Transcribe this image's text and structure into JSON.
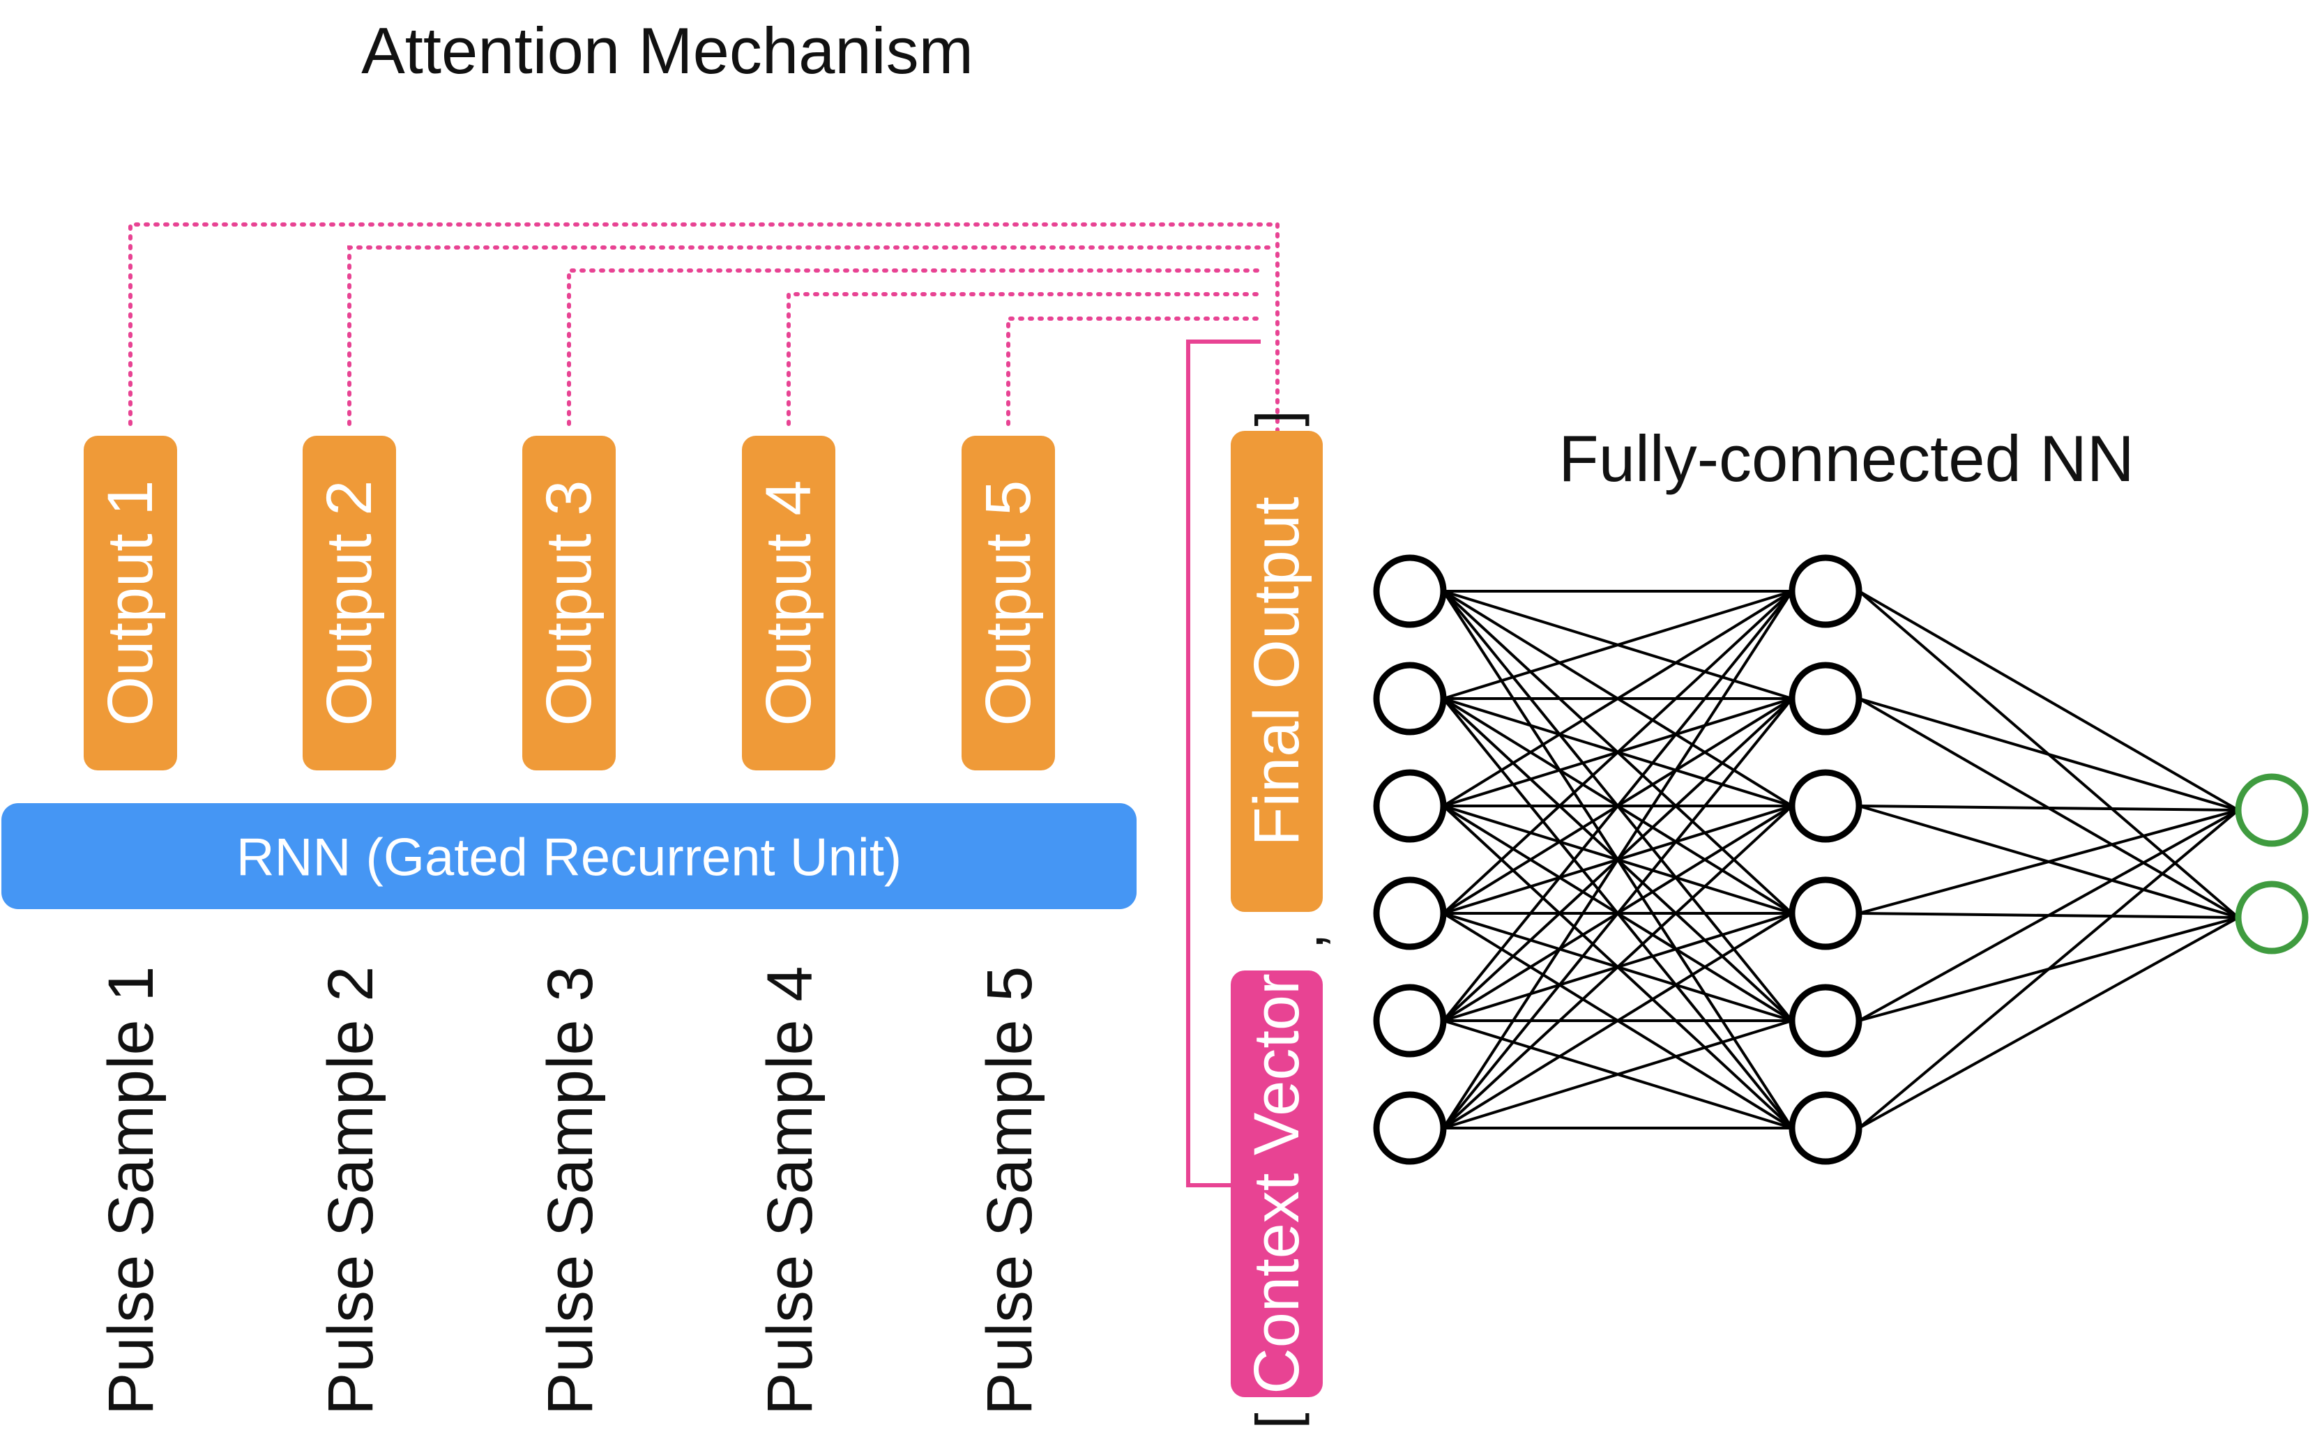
{
  "title": "Attention Mechanism",
  "nn_title": "Fully-connected NN",
  "outputs": [
    "Output 1",
    "Output 2",
    "Output 3",
    "Output 4",
    "Output 5"
  ],
  "rnn_label": "RNN (Gated Recurrent Unit)",
  "pulse_samples": [
    "Pulse Sample 1",
    "Pulse Sample 2",
    "Pulse Sample 3",
    "Pulse Sample 4",
    "Pulse Sample 5"
  ],
  "final_output": "Final Output",
  "context_vector": "Context Vector",
  "bracket_open": "[",
  "bracket_close": "]",
  "separator": ",",
  "network": {
    "input_nodes": 6,
    "hidden_nodes": 6,
    "output_nodes": 2
  },
  "colors": {
    "output_box": "#EF9A38",
    "rnn_bar": "#4596F4",
    "context_box": "#E84393",
    "attention_line": "#E84393",
    "output_node": "#3F9B3F",
    "node_stroke": "#000000"
  }
}
